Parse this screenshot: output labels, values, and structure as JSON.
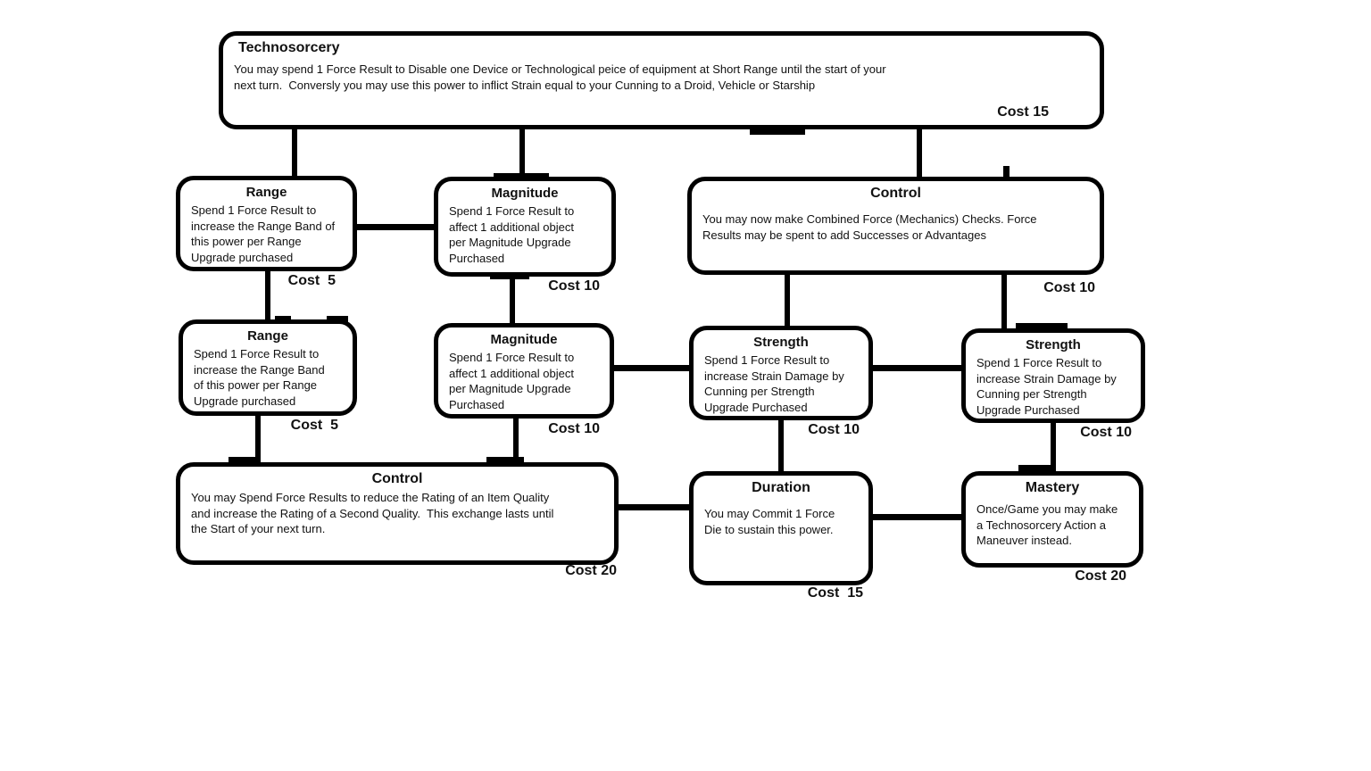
{
  "diagram": {
    "title": "Technosorcery force power tree",
    "colors": {
      "line": "#000000",
      "background": "#ffffff",
      "text": "#111111"
    },
    "nodes": {
      "technosorcery": {
        "title": "Technosorcery",
        "body": "You may spend 1 Force Result to Disable one Device or Technological peice of equipment at Short Range until the start of your\nnext turn.  Conversly you may use this power to inflict Strain equal to your Cunning to a Droid, Vehicle or Starship",
        "cost": "Cost 15"
      },
      "range2": {
        "title": "Range",
        "body": "Spend 1 Force Result to\nincrease the Range Band of\nthis power per Range\nUpgrade purchased",
        "cost": "Cost  5"
      },
      "magnitude2": {
        "title": "Magnitude",
        "body": "Spend 1 Force Result to\naffect 1 additional object\nper Magnitude Upgrade\nPurchased",
        "cost": "Cost 10"
      },
      "control2": {
        "title": "Control",
        "body": "You may now make Combined Force (Mechanics) Checks. Force\nResults may be spent to add Successes or Advantages",
        "cost": "Cost 10"
      },
      "range3": {
        "title": "Range",
        "body": "Spend 1 Force Result to\nincrease the Range Band\nof this power per Range\nUpgrade purchased",
        "cost": "Cost  5"
      },
      "magnitude3": {
        "title": "Magnitude",
        "body": "Spend 1 Force Result to\naffect 1 additional object\nper Magnitude Upgrade\nPurchased",
        "cost": "Cost 10"
      },
      "strength_a": {
        "title": "Strength",
        "body": "Spend 1 Force Result to\nincrease Strain Damage by\nCunning per Strength\nUpgrade Purchased",
        "cost": "Cost 10"
      },
      "strength_b": {
        "title": "Strength",
        "body": "Spend 1 Force Result to\nincrease Strain Damage by\nCunning per Strength\nUpgrade Purchased",
        "cost": "Cost 10"
      },
      "control4": {
        "title": "Control",
        "body": "You may Spend Force Results to reduce the Rating of an Item Quality\nand increase the Rating of a Second Quality.  This exchange lasts until\nthe Start of your next turn.",
        "cost": "Cost 20"
      },
      "duration": {
        "title": "Duration",
        "body": "You may Commit 1 Force\nDie to sustain this power.",
        "cost": "Cost  15"
      },
      "mastery": {
        "title": "Mastery",
        "body": "Once/Game you may make\na Technosorcery Action a\nManeuver instead.",
        "cost": "Cost 20"
      }
    }
  }
}
